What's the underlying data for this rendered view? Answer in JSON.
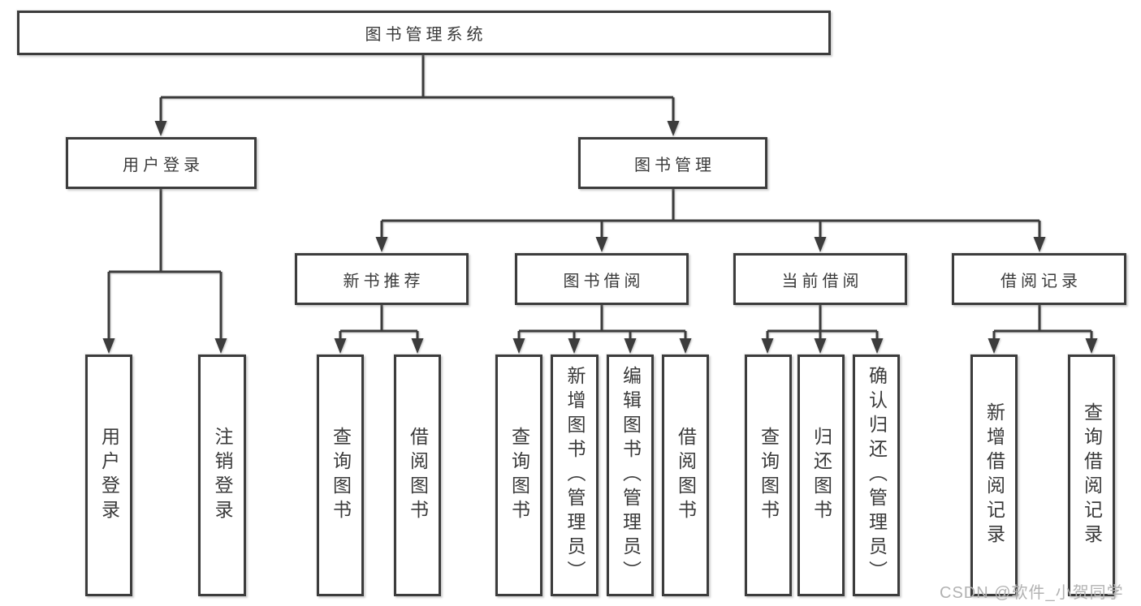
{
  "tree": {
    "label": "图书管理系统",
    "children": [
      {
        "label": "用户登录",
        "children": [
          {
            "label": "用户登录"
          },
          {
            "label": "注销登录"
          }
        ]
      },
      {
        "label": "图书管理",
        "children": [
          {
            "label": "新书推荐",
            "children": [
              {
                "label": "查询图书"
              },
              {
                "label": "借阅图书"
              }
            ]
          },
          {
            "label": "图书借阅",
            "children": [
              {
                "label": "查询图书"
              },
              {
                "label": "新增图书（管理员）"
              },
              {
                "label": "编辑图书（管理员）"
              },
              {
                "label": "借阅图书"
              }
            ]
          },
          {
            "label": "当前借阅",
            "children": [
              {
                "label": "查询图书"
              },
              {
                "label": "归还图书"
              },
              {
                "label": "确认归还（管理员）"
              }
            ]
          },
          {
            "label": "借阅记录",
            "children": [
              {
                "label": "新增借阅记录"
              },
              {
                "label": "查询借阅记录"
              }
            ]
          }
        ]
      }
    ]
  },
  "watermark": {
    "text": "CSDN @软件_小贺同学"
  },
  "colors": {
    "line": "#3c3c3c",
    "text": "#3a3a3a",
    "background": "#ffffff",
    "watermark": "#b2b2b2"
  }
}
